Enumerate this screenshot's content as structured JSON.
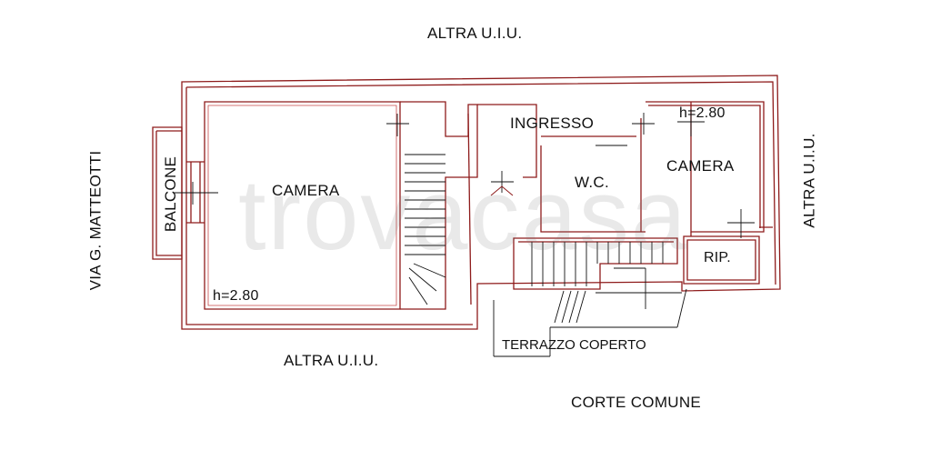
{
  "labels": {
    "top": "ALTRA U.I.U.",
    "bottom_left": "ALTRA U.I.U.",
    "right": "ALTRA U.I.U.",
    "left_street": "VIA G. MATTEOTTI",
    "balcony": "BALCONE",
    "camera_left": "CAMERA",
    "height_left": "h=2.80",
    "ingresso": "INGRESSO",
    "wc": "W.C.",
    "camera_right": "CAMERA",
    "height_right": "h=2.80",
    "rip": "RIP.",
    "terrace": "TERRAZZO COPERTO",
    "courtyard": "CORTE COMUNE"
  },
  "watermark": "trovacasa",
  "colors": {
    "wall": "#8e1b1b",
    "wall_light": "#c74a4a",
    "line": "#111111",
    "background": "#ffffff"
  }
}
